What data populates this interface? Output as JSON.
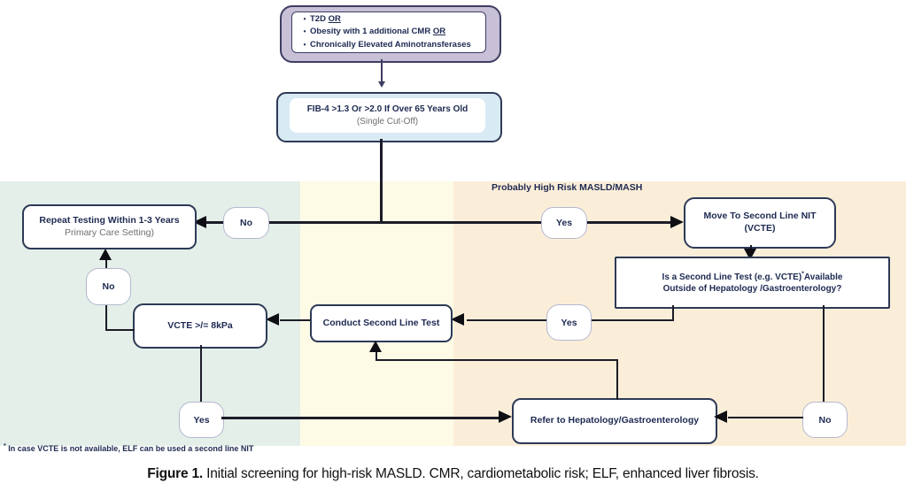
{
  "colors": {
    "band_green": "#e3efe8",
    "band_yellow": "#fdfbe6",
    "band_orange": "#fbeed9",
    "box_border_navy": "#2d3a56",
    "text_navy": "#1d2951",
    "text_gray": "#6f6f73",
    "criteria_fill_purple": "#c7c0d6",
    "fib4_fill_blue": "#d8eaf4",
    "oval_border": "#b5b8cf",
    "arrow_black": "#0e0e14"
  },
  "flowchart": {
    "region_label": "Probably High Risk MASLD/MASH",
    "criteria": {
      "bullets": [
        {
          "main": "T2D ",
          "or": "OR"
        },
        {
          "main": "Obesity with 1 additional CMR ",
          "or": "OR"
        },
        {
          "main": "Chronically Elevated Aminotransferases",
          "or": ""
        }
      ]
    },
    "fib4": {
      "line1": "FIB-4 >1.3 Or >2.0 If Over 65 Years Old",
      "line2": "(Single Cut-Off)"
    },
    "repeat": {
      "line1": "Repeat Testing Within 1-3 Years",
      "line2": "Primary Care Setting)"
    },
    "move": {
      "line1": "Move To Second Line NIT",
      "line2": "(VCTE)"
    },
    "second_line_q": {
      "line1_pre": "Is a Second Line Test (e.g. VCTE)",
      "line1_sup": "*",
      "line1_post": "Available",
      "line2": "Outside of Hepatology /Gastroenterology?"
    },
    "conduct": {
      "label": "Conduct Second Line Test"
    },
    "vcte": {
      "label": "VCTE >/= 8kPa"
    },
    "refer": {
      "label": "Refer to Hepatology/Gastroenterology"
    },
    "decisions": {
      "fib4_no": "No",
      "fib4_yes": "Yes",
      "availability_yes": "Yes",
      "availability_no": "No",
      "vcte_no": "No",
      "vcte_yes": "Yes"
    }
  },
  "footnote": {
    "marker": "*",
    "text": " In case VCTE is not available, ELF can be used a second line NIT"
  },
  "caption": {
    "bold": "Figure 1.",
    "rest": " Initial screening for high-risk MASLD. CMR, cardiometabolic risk; ELF, enhanced liver fibrosis."
  }
}
